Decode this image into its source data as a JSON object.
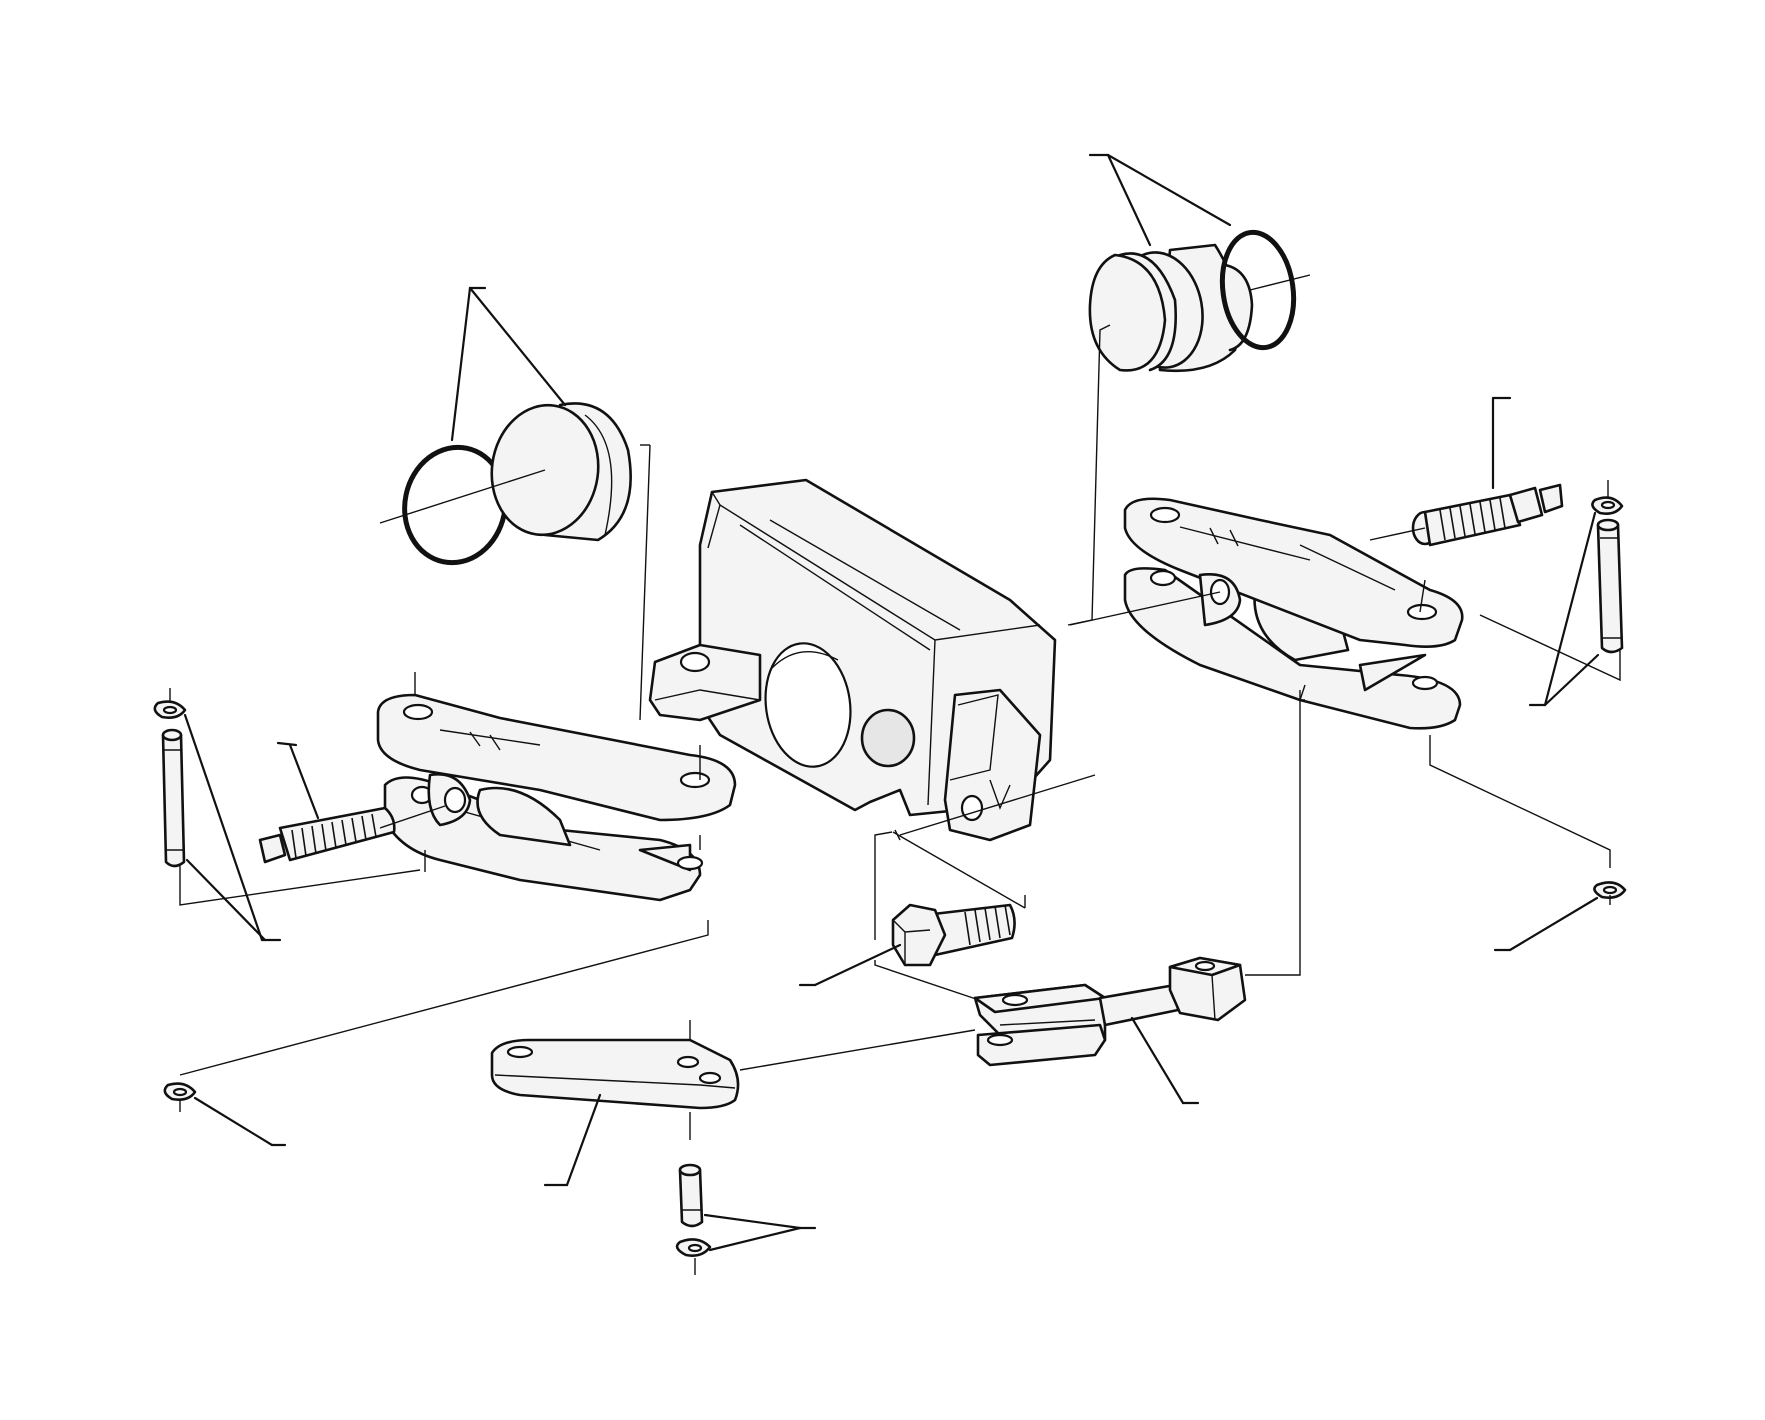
{
  "diagram": {
    "parts": [
      {
        "id": "caliper-housing",
        "icon": "caliper-housing-icon"
      },
      {
        "id": "piston-left",
        "icon": "piston-icon"
      },
      {
        "id": "piston-seal-left",
        "icon": "seal-ring-icon"
      },
      {
        "id": "piston-right",
        "icon": "piston-icon"
      },
      {
        "id": "piston-seal-right",
        "icon": "seal-ring-icon"
      },
      {
        "id": "lever-arm-left",
        "icon": "lever-arm-icon"
      },
      {
        "id": "lever-arm-right",
        "icon": "lever-arm-icon"
      },
      {
        "id": "adjuster-screw-left",
        "icon": "threaded-screw-icon"
      },
      {
        "id": "adjuster-screw-right",
        "icon": "threaded-screw-icon"
      },
      {
        "id": "pivot-pin-left",
        "icon": "pin-icon"
      },
      {
        "id": "pivot-pin-right",
        "icon": "pin-icon"
      },
      {
        "id": "clip-left-top",
        "icon": "circlip-icon"
      },
      {
        "id": "clip-left-bottom",
        "icon": "circlip-icon"
      },
      {
        "id": "clip-right-top",
        "icon": "circlip-icon"
      },
      {
        "id": "clip-right-bottom",
        "icon": "circlip-icon"
      },
      {
        "id": "hex-bolt",
        "icon": "hex-bolt-icon"
      },
      {
        "id": "clevis-rod",
        "icon": "clevis-icon"
      },
      {
        "id": "link-plate",
        "icon": "link-plate-icon"
      },
      {
        "id": "small-pin",
        "icon": "pin-icon"
      },
      {
        "id": "clip-small",
        "icon": "circlip-icon"
      }
    ],
    "colors": {
      "ink": "#111111",
      "paper": "#ffffff",
      "fill": "#f4f4f4"
    }
  }
}
